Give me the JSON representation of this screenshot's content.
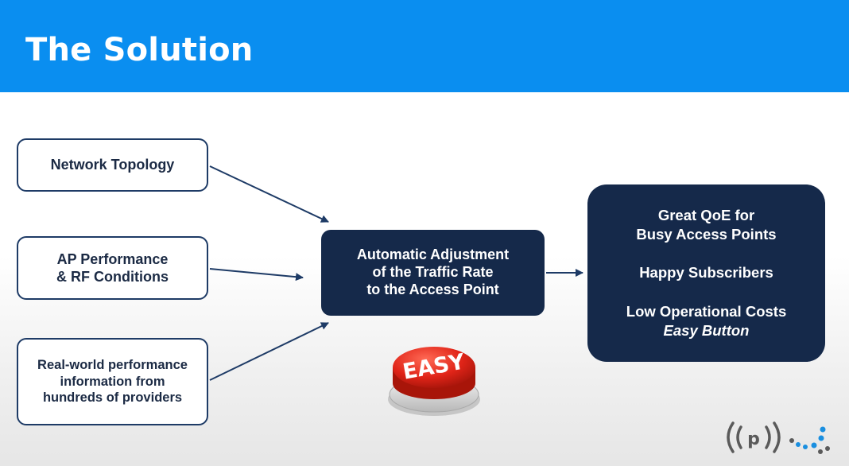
{
  "header": {
    "title": "The Solution"
  },
  "inputs": {
    "topology": {
      "line1": "Network Topology"
    },
    "ap": {
      "line1": "AP Performance",
      "line2": "& RF Conditions"
    },
    "realworld": {
      "line1": "Real-world performance",
      "line2": "information from",
      "line3": "hundreds of providers"
    }
  },
  "center": {
    "line1": "Automatic Adjustment",
    "line2": "of the Traffic Rate",
    "line3": "to the Access Point"
  },
  "result": {
    "qoe_line1": "Great QoE for",
    "qoe_line2": "Busy Access Points",
    "happy": "Happy Subscribers",
    "costs": "Low Operational Costs",
    "easy_button": "Easy Button"
  },
  "easy_button": {
    "label": "EASY"
  },
  "colors": {
    "header": "#0a8ef0",
    "box_dark": "#15294a",
    "box_border": "#1e3b66",
    "button_red": "#e02418",
    "logo_gray": "#5a5a5a",
    "logo_blue": "#1a8fe0"
  }
}
